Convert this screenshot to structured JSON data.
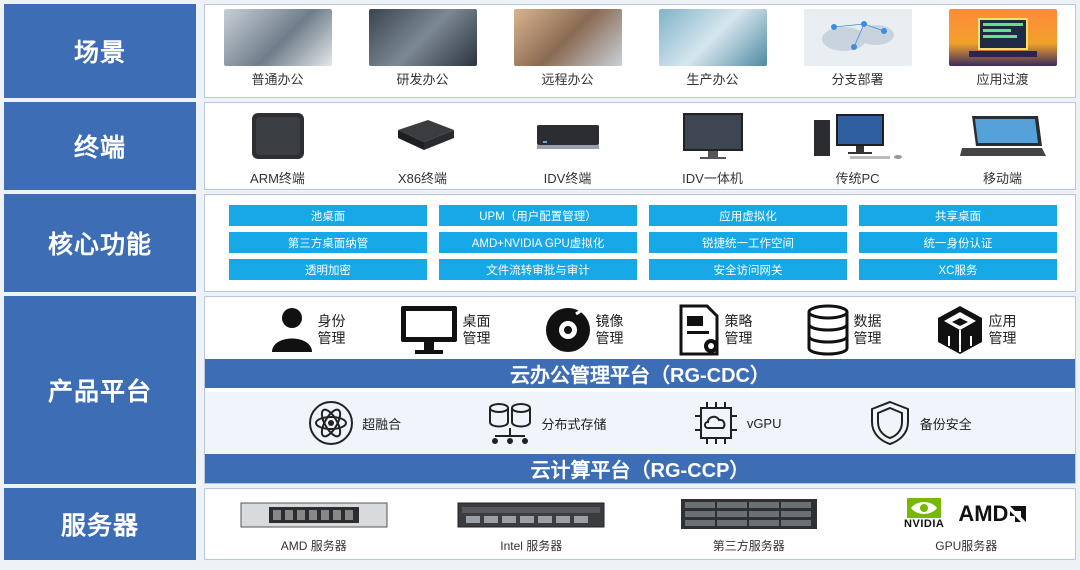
{
  "rows": {
    "scene": {
      "label": "场景",
      "items": [
        "普通办公",
        "研发办公",
        "远程办公",
        "生产办公",
        "分支部署",
        "应用过渡"
      ]
    },
    "terminal": {
      "label": "终端",
      "items": [
        "ARM终端",
        "X86终端",
        "IDV终端",
        "IDV一体机",
        "传统PC",
        "移动端"
      ]
    },
    "core": {
      "label": "核心功能",
      "functions": [
        "池桌面",
        "UPM（用户配置管理）",
        "应用虚拟化",
        "共享桌面",
        "第三方桌面纳管",
        "AMD+NVIDIA GPU虚拟化",
        "锐捷统一工作空间",
        "统一身份认证",
        "透明加密",
        "文件流转审批与审计",
        "安全访问网关",
        "XC服务"
      ]
    },
    "product": {
      "label": "产品平台",
      "upper_icons": [
        {
          "l1": "身份",
          "l2": "管理",
          "icon": "user-icon"
        },
        {
          "l1": "桌面",
          "l2": "管理",
          "icon": "monitor-icon"
        },
        {
          "l1": "镜像",
          "l2": "管理",
          "icon": "disc-icon"
        },
        {
          "l1": "策略",
          "l2": "管理",
          "icon": "policy-doc-icon"
        },
        {
          "l1": "数据",
          "l2": "管理",
          "icon": "database-icon"
        },
        {
          "l1": "应用",
          "l2": "管理",
          "icon": "cubes-icon"
        }
      ],
      "cdc_bar": "云办公管理平台（RG-CDC）",
      "lower_icons": [
        {
          "label": "超融合",
          "icon": "atom-icon"
        },
        {
          "label": "分布式存储",
          "icon": "storage-icon"
        },
        {
          "label": "vGPU",
          "icon": "chip-cloud-icon"
        },
        {
          "label": "备份安全",
          "icon": "shield-icon"
        }
      ],
      "ccp_bar": "云计算平台（RG-CCP）"
    },
    "server": {
      "label": "服务器",
      "items": [
        "AMD 服务器",
        "Intel 服务器",
        "第三方服务器",
        "GPU服务器"
      ],
      "brands": [
        "NVIDIA",
        "AMD"
      ]
    }
  },
  "colors": {
    "label_bg": "#3c6db5",
    "function_bg": "#17a8e8",
    "panel_border": "#b7c8de"
  }
}
